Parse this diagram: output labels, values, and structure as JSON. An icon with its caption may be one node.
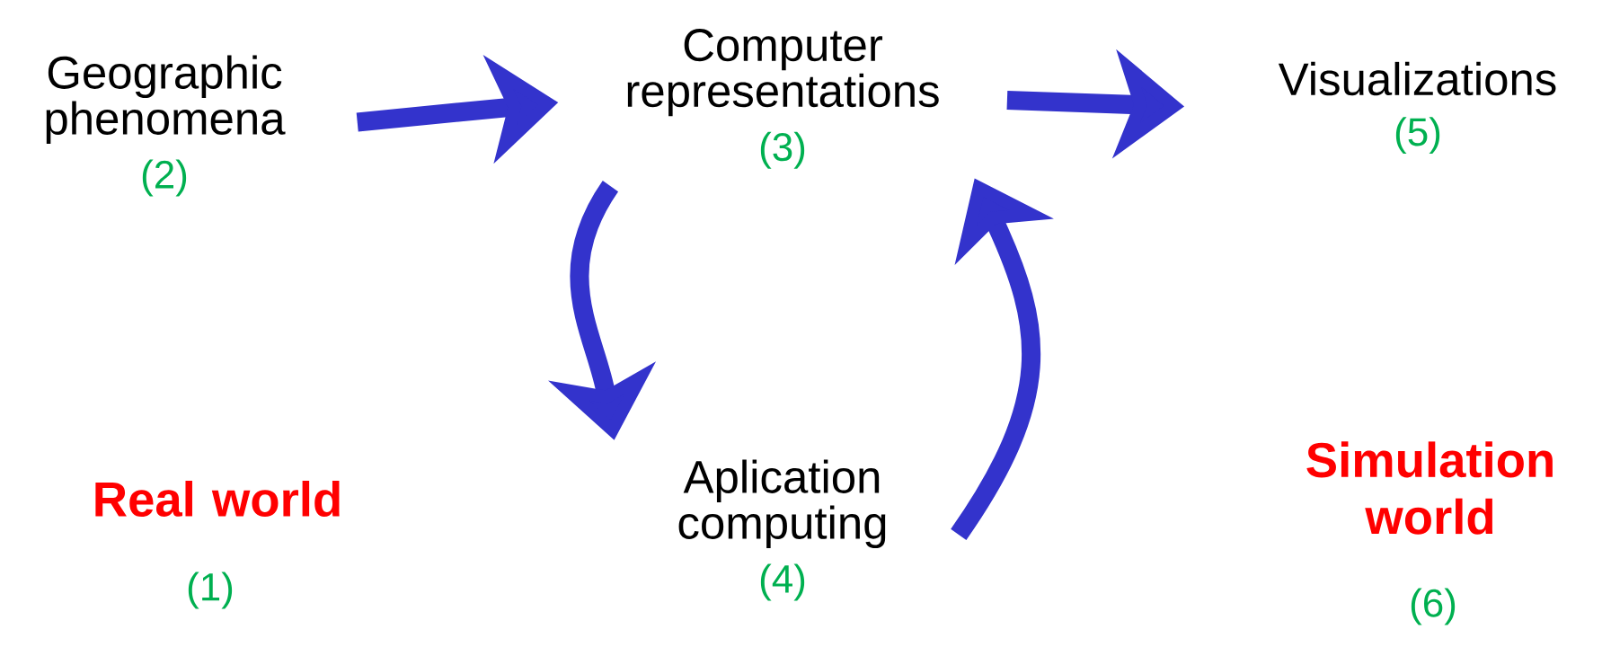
{
  "diagram": {
    "nodes": [
      {
        "text": [
          "Geographic phenomena",
          "(2)"
        ]
      },
      {
        "text": [
          "Computer representations",
          "(3)"
        ]
      },
      {
        "text": [
          "Visualizations",
          "(5)"
        ]
      },
      {
        "text": [
          "Aplication computing",
          "(4)"
        ]
      }
    ],
    "edges": [
      {
        "from": 0,
        "to": 1,
        "arrow": "to"
      },
      {
        "from": 1,
        "to": 2,
        "arrow": "to"
      },
      {
        "from": 1,
        "to": 3,
        "arrow": "to"
      },
      {
        "from": 3,
        "to": 1,
        "arrow": "to"
      }
    ],
    "labels": [
      "Real world",
      "(1)",
      "Simulation world",
      "(6)"
    ]
  }
}
